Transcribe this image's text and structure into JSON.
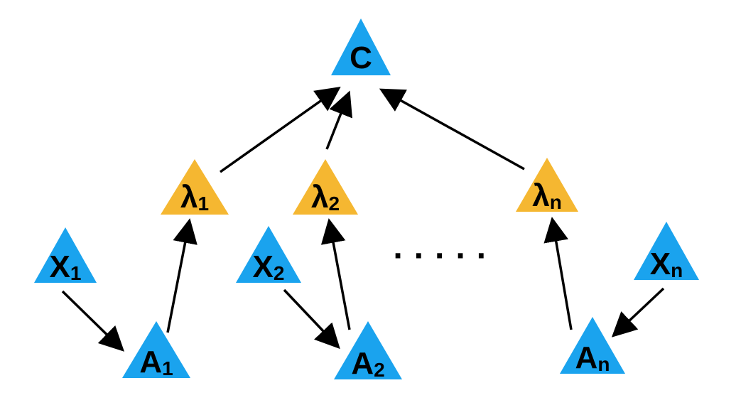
{
  "colors": {
    "blue": "#1aa3ee",
    "gold": "#f5b731",
    "edge": "#000000"
  },
  "nodes": {
    "c": {
      "main": "C",
      "sub": ""
    },
    "lambda1": {
      "main": "λ",
      "sub": "1"
    },
    "lambda2": {
      "main": "λ",
      "sub": "2"
    },
    "lambdan": {
      "main": "λ",
      "sub": "n"
    },
    "x1": {
      "main": "X",
      "sub": "1"
    },
    "x2": {
      "main": "X",
      "sub": "2"
    },
    "xn": {
      "main": "X",
      "sub": "n"
    },
    "a1": {
      "main": "A",
      "sub": "1"
    },
    "a2": {
      "main": "A",
      "sub": "2"
    },
    "an": {
      "main": "A",
      "sub": "n"
    }
  },
  "ellipsis": "· · · · ·"
}
